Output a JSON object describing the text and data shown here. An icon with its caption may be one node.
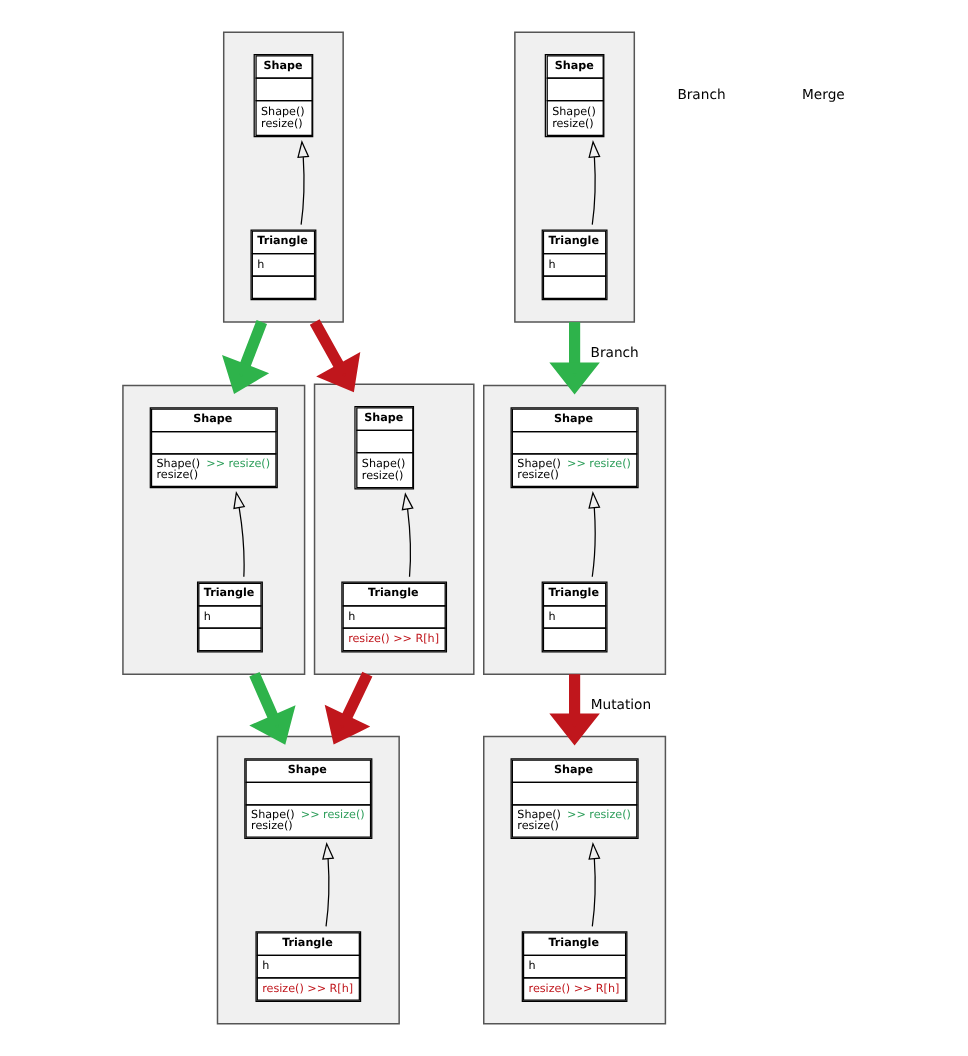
{
  "diagram": {
    "nodes": [
      {
        "text": [],
        "shape": "box"
      },
      {
        "text": [
          "Shape",
          "Shape()",
          "resize()"
        ],
        "in": 0
      },
      {
        "text": [
          "Triangle",
          "h"
        ],
        "in": 0
      },
      {
        "text": [],
        "shape": "box"
      },
      {
        "text": [
          "Shape",
          "Shape()",
          "resize()"
        ],
        "in": 3
      },
      {
        "text": [
          "Triangle",
          "h"
        ],
        "in": 3
      },
      {
        "text": [],
        "shape": "box"
      },
      {
        "text": [
          "Shape",
          "Shape() >> resize()",
          "resize()"
        ],
        "in": 6
      },
      {
        "text": [
          "Triangle",
          "h"
        ],
        "in": 6
      },
      {
        "text": [],
        "shape": "box"
      },
      {
        "text": [
          "Shape",
          "Shape()",
          "resize()"
        ],
        "in": 9
      },
      {
        "text": [
          "Triangle",
          "h",
          "resize() >> R[h]"
        ],
        "in": 9
      },
      {
        "text": [],
        "shape": "box"
      },
      {
        "text": [
          "Shape",
          "Shape() >> resize()",
          "resize()"
        ],
        "in": 12
      },
      {
        "text": [
          "Triangle",
          "h"
        ],
        "in": 12
      },
      {
        "text": [],
        "shape": "box"
      },
      {
        "text": [
          "Shape",
          "Shape() >> resize()",
          "resize()"
        ],
        "in": 15
      },
      {
        "text": [
          "Triangle",
          "h",
          "resize() >> R[h]"
        ],
        "in": 15
      },
      {
        "text": [],
        "shape": "box"
      },
      {
        "text": [
          "Shape",
          "Shape() >> resize()",
          "resize()"
        ],
        "in": 18
      },
      {
        "text": [
          "Triangle",
          "h",
          "resize() >> R[h]"
        ],
        "in": 18
      }
    ],
    "edges": [
      {
        "from": 2,
        "to": 1,
        "arrow": "to"
      },
      {
        "from": 5,
        "to": 4,
        "arrow": "to"
      },
      {
        "from": 0,
        "to": 6,
        "arrow": "to",
        "style": "thick",
        "color": "#2eb34b"
      },
      {
        "from": 0,
        "to": 9,
        "arrow": "to",
        "style": "thick",
        "color": "#c0161c"
      },
      {
        "from": 3,
        "to": 12,
        "arrow": "to",
        "style": "thick",
        "color": "#2eb34b",
        "label": "Branch"
      },
      {
        "from": 8,
        "to": 7,
        "arrow": "to"
      },
      {
        "from": 11,
        "to": 10,
        "arrow": "to"
      },
      {
        "from": 14,
        "to": 13,
        "arrow": "to"
      },
      {
        "from": 6,
        "to": 15,
        "arrow": "to",
        "style": "thick",
        "color": "#2eb34b"
      },
      {
        "from": 9,
        "to": 15,
        "arrow": "to",
        "style": "thick",
        "color": "#c0161c"
      },
      {
        "from": 12,
        "to": 18,
        "arrow": "to",
        "style": "thick",
        "color": "#c0161c",
        "label": "Mutation"
      },
      {
        "from": 17,
        "to": 16,
        "arrow": "to"
      },
      {
        "from": 20,
        "to": 19,
        "arrow": "to"
      }
    ],
    "labels": [
      "Branch",
      "Merge"
    ]
  }
}
